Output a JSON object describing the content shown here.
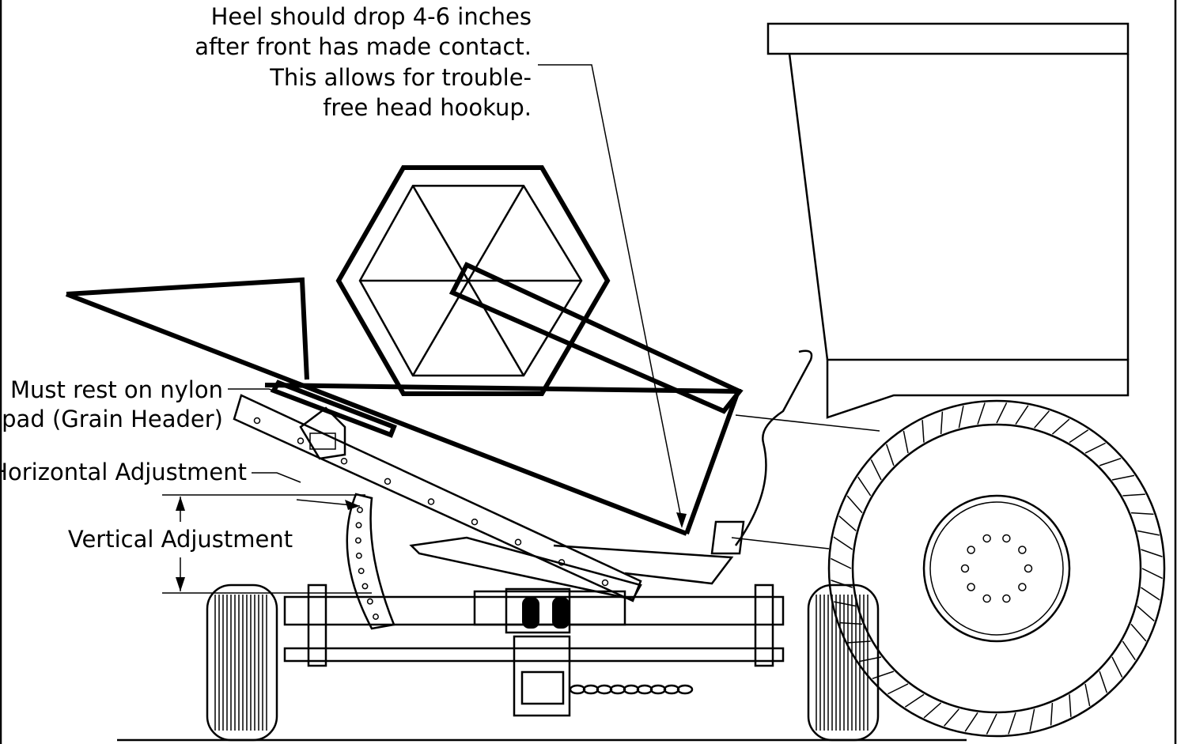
{
  "callouts": {
    "heel": {
      "line1": "Heel should drop 4-6 inches",
      "line2": "after front has made contact.",
      "line3": "This allows for trouble-",
      "line4": "free head hookup."
    },
    "nylon": {
      "line1": "Must rest on nylon",
      "line2": "pad (Grain Header)"
    },
    "horizontal": "Horizontal Adjustment",
    "vertical": "Vertical Adjustment"
  }
}
